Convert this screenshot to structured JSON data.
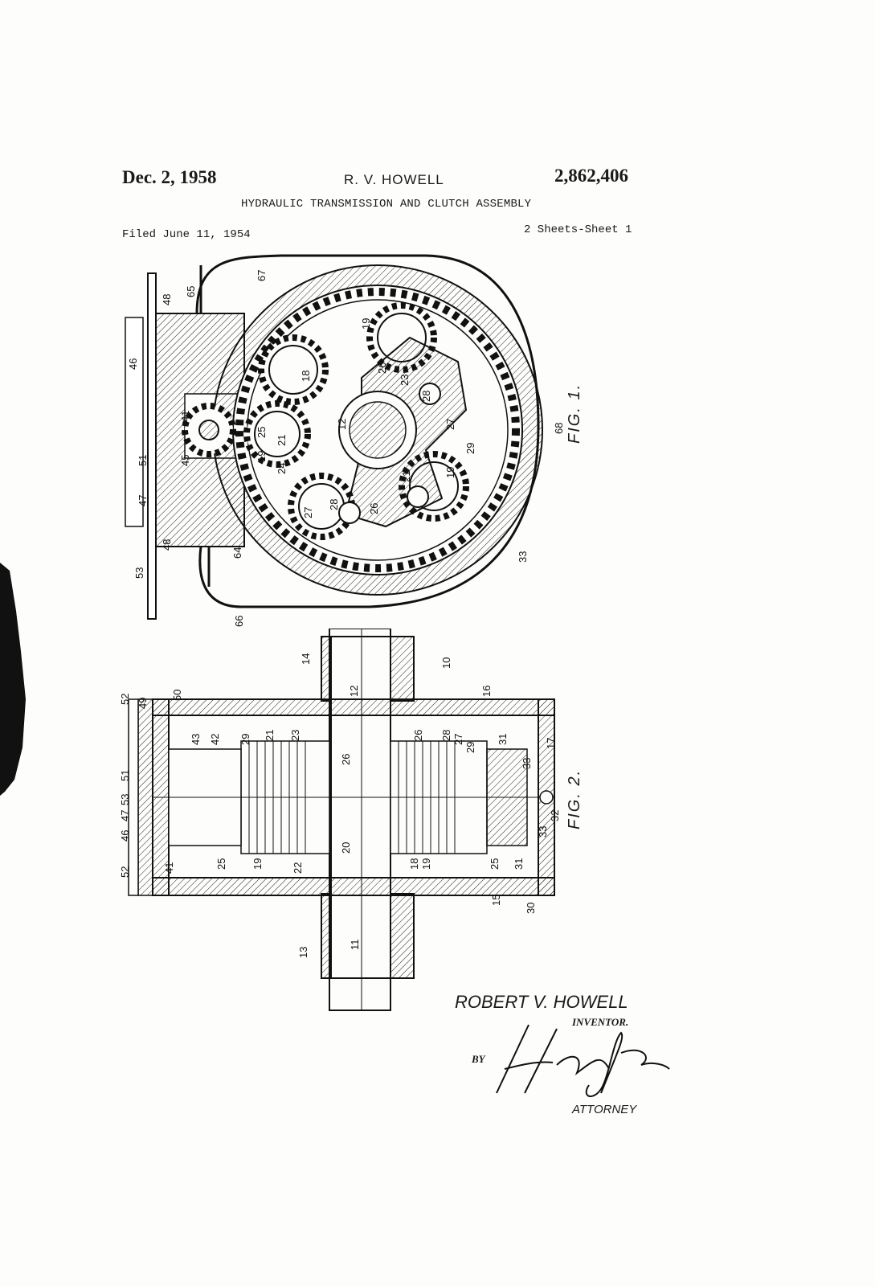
{
  "header": {
    "date": "Dec. 2, 1958",
    "inventor": "R. V. HOWELL",
    "patent_number": "2,862,406",
    "title": "HYDRAULIC TRANSMISSION AND CLUTCH ASSEMBLY",
    "filed": "Filed June 11, 1954",
    "sheets": "2 Sheets-Sheet 1"
  },
  "figures": {
    "fig1": {
      "label": "FIG. 1.",
      "refs": [
        "67",
        "48",
        "65",
        "46",
        "19",
        "26",
        "23",
        "28",
        "18",
        "41",
        "25",
        "21",
        "12",
        "27",
        "29",
        "51",
        "45",
        "24",
        "19",
        "21",
        "19",
        "47",
        "28",
        "26",
        "27",
        "48",
        "53",
        "64",
        "33",
        "66",
        "68"
      ]
    },
    "fig2": {
      "label": "FIG. 2.",
      "refs": [
        "14",
        "10",
        "12",
        "16",
        "52",
        "49",
        "50",
        "17",
        "43",
        "42",
        "29",
        "21",
        "23",
        "26",
        "26",
        "28",
        "27",
        "29",
        "31",
        "51",
        "33",
        "53",
        "47",
        "46",
        "32",
        "33",
        "52",
        "41",
        "25",
        "19",
        "22",
        "20",
        "18",
        "19",
        "25",
        "31",
        "15",
        "30",
        "13",
        "11"
      ]
    }
  },
  "signature_block": {
    "inventor_name": "ROBERT V. HOWELL",
    "inventor_role": "INVENTOR.",
    "by": "BY",
    "attorney_role": "ATTORNEY",
    "signature_text": "Herbert J. Brown"
  }
}
